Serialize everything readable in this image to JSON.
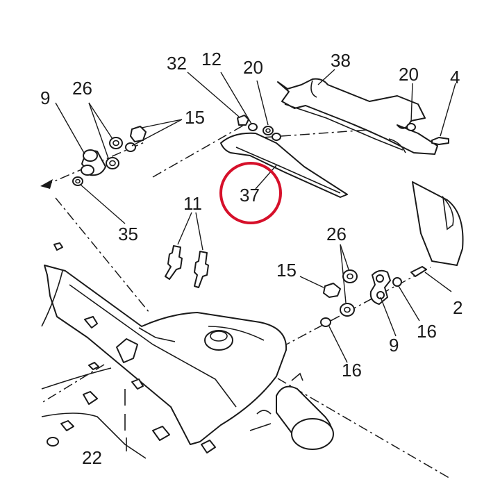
{
  "callouts": {
    "c9_top": "9",
    "c26_top": "26",
    "c15_top": "15",
    "c35": "35",
    "c32": "32",
    "c12": "12",
    "c20_top": "20",
    "c38": "38",
    "c20_right": "20",
    "c4": "4",
    "c37": "37",
    "c11": "11",
    "c26_mid": "26",
    "c15_mid": "15",
    "c2": "2",
    "c16_right": "16",
    "c9_mid": "9",
    "c16_mid": "16",
    "c22": "22"
  },
  "highlight": {
    "part_number": "37",
    "ring_color": "#d6102a"
  }
}
